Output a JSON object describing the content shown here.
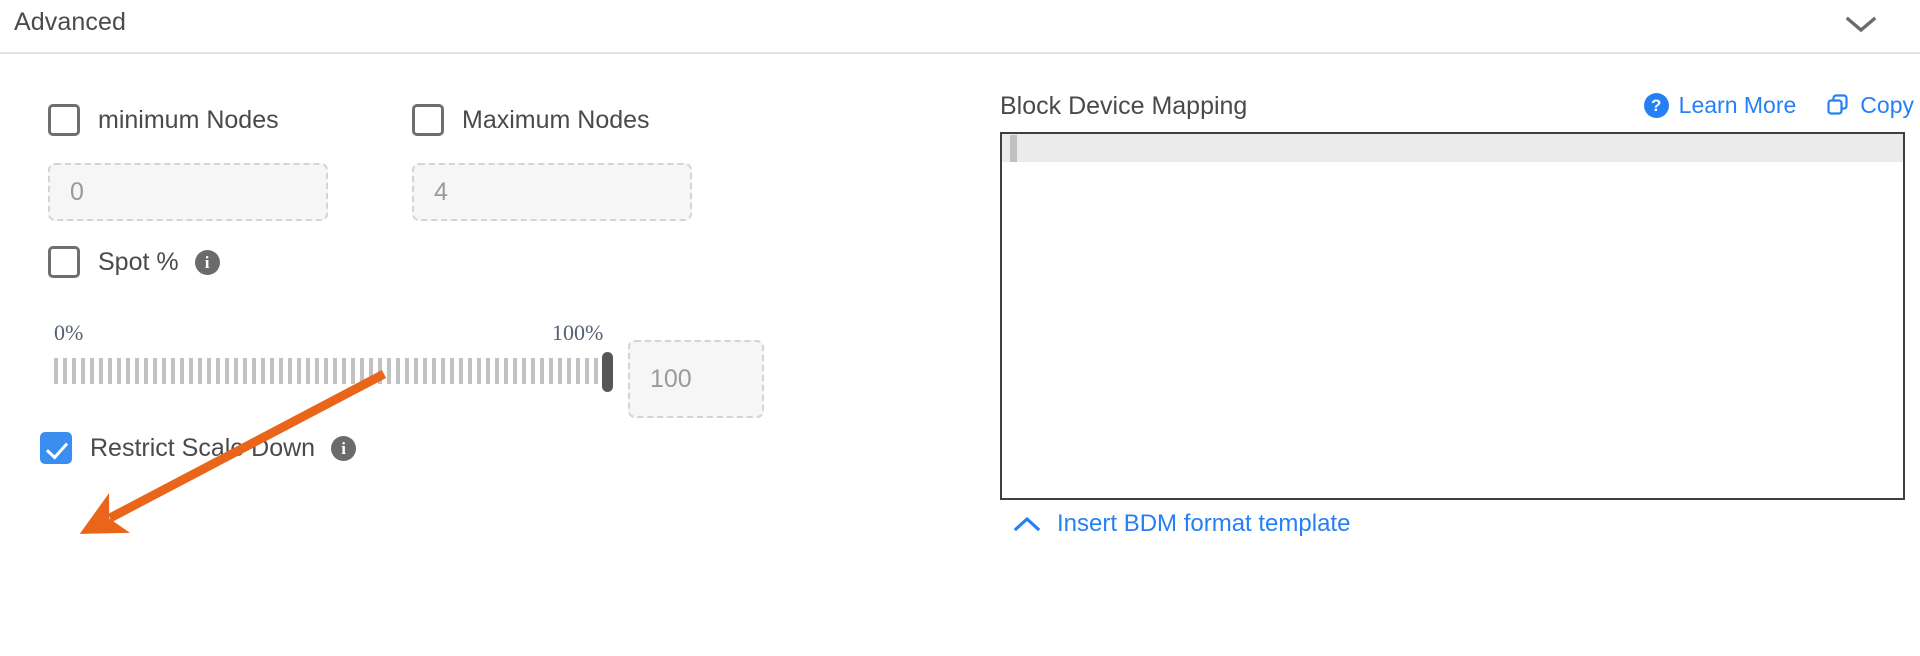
{
  "section": {
    "title": "Advanced",
    "collapse_icon": "chevron-down-icon"
  },
  "left": {
    "min_nodes": {
      "label": "minimum Nodes",
      "checked": false,
      "input_placeholder": "0"
    },
    "max_nodes": {
      "label": "Maximum Nodes",
      "checked": false,
      "input_placeholder": "4"
    },
    "spot": {
      "label": "Spot %",
      "checked": false,
      "info_icon": "info-icon",
      "info_glyph": "i"
    },
    "slider": {
      "min_label": "0%",
      "max_label": "100%",
      "value": 100,
      "value_input": "100"
    },
    "restrict_scale_down": {
      "label": "Restrict Scale Down",
      "checked": true,
      "info_icon": "info-icon",
      "info_glyph": "i"
    }
  },
  "right": {
    "title": "Block Device Mapping",
    "learn_more": {
      "label": "Learn More",
      "icon": "question-circle-icon",
      "glyph": "?"
    },
    "copy": {
      "label": "Copy",
      "icon": "copy-icon"
    },
    "editor": {
      "content": "",
      "active_line": 1
    },
    "insert_template": {
      "label": "Insert BDM format template",
      "icon": "chevron-up-icon"
    }
  },
  "colors": {
    "accent_blue": "#2680f5",
    "checkbox_checked": "#3a8ef0",
    "annotation_orange": "#e8651a",
    "text_dark": "#4a4a4a",
    "border_gray": "#e3e3e3"
  },
  "annotation": {
    "type": "arrow",
    "points_to": "restrict-scale-down-checkbox"
  }
}
